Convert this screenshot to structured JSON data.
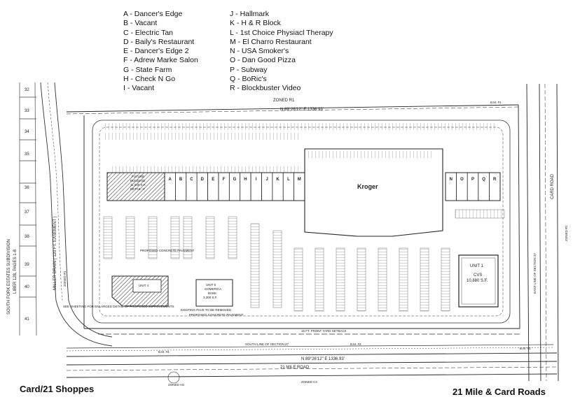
{
  "legend": {
    "left": [
      "A - Dancer's Edge",
      "B - Vacant",
      "C - Electric Tan",
      "D - Baily's Restaurant",
      "E - Dancer's Edge 2",
      "F - Adrew Marke Salon",
      "G - State Farm",
      "H - Check N Go",
      "I - Vacant"
    ],
    "right": [
      "J - Hallmark",
      "K - H & R Block",
      "L - 1st Choice Physiacl Therapy",
      "M - El Charro Restaurant",
      "N - USA Smoker's",
      "O - Dan Good Pizza",
      "P - Subway",
      "Q - BoRic's",
      "R - Blockbuster Video"
    ]
  },
  "titles": {
    "left": "Card/21 Shoppes",
    "right": "21 Mile & Card Roads"
  },
  "plan": {
    "anchor": "Kroger",
    "shops_west": [
      "A",
      "B",
      "C",
      "D",
      "E",
      "F",
      "G",
      "H",
      "I",
      "J",
      "K",
      "L",
      "M"
    ],
    "shops_east": [
      "N",
      "O",
      "P",
      "Q",
      "R"
    ],
    "future_building": [
      "FUTURE",
      "BUILDING",
      "11,000 S.F.",
      "RETAIL 'A'"
    ],
    "unit1": [
      "UNIT 1",
      "CVS",
      "10,880 S.F."
    ],
    "unit5": [
      "UNIT 5",
      "COMERICA",
      "BANK",
      "3,300 S.F."
    ],
    "unit4": "UNIT 4",
    "zoned_top": "ZONED R1",
    "zoned_bottom": "ZONED C3",
    "zoned_bottom_left": "ZONED AG",
    "zoned_right": "ZONED R1",
    "zoned_left": "ZONED R1",
    "road_bottom": "21 MILE ROAD",
    "road_right": "CARD ROAD",
    "subdivision": "SOUTH FORK ESTATES SUBDIVISION",
    "liber": "LIBER 128, PAGES 1-8",
    "miller_drain": "MILLER DRAIN ( 120 FT. EASEMENT )",
    "bearing_top": "N 89°26'12\" E  1336.93'",
    "bearing_bottom": "N 89°26'12\" E  1336.93'",
    "east_line": "EAST LINE OF SECTION 27",
    "south_line": "SOUTH LINE OF SECTION 27",
    "setback": "15 FT. FRONT YARD SETBACK",
    "lot_numbers": [
      "32",
      "33",
      "34",
      "35",
      "36",
      "37",
      "38",
      "39",
      "40",
      "41"
    ],
    "notes": [
      "PROPOSED CONCRETE PAVEMENT",
      "EXISTING PAVE TO BE REMOVED",
      "PROPOSED CONCRETE PAVEMENT",
      "SEE SHEETING FOR ENLARGED DETAIL OF PROPOSED IMPROVEMENTS"
    ],
    "benchmarks": [
      "B.M. #4",
      "B.M. #3",
      "B.M. #2",
      "B.M. #1"
    ]
  }
}
